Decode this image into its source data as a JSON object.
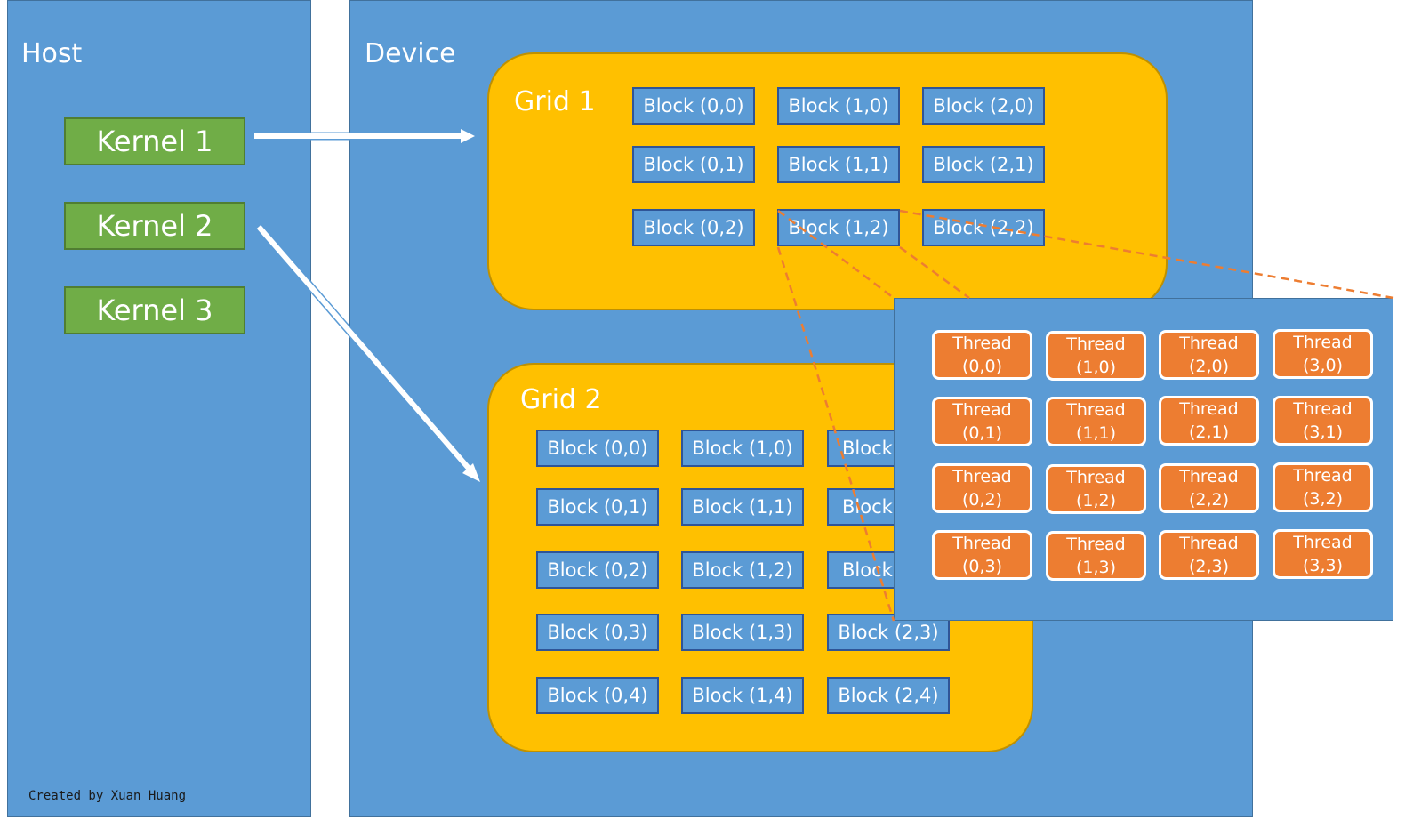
{
  "host": {
    "title": "Host"
  },
  "device": {
    "title": "Device"
  },
  "kernels": [
    "Kernel 1",
    "Kernel 2",
    "Kernel 3"
  ],
  "grid1": {
    "title": "Grid 1",
    "blocks": [
      "Block (0,0)",
      "Block (1,0)",
      "Block (2,0)",
      "Block (0,1)",
      "Block (1,1)",
      "Block (2,1)",
      "Block (0,2)",
      "Block (1,2)",
      "Block (2,2)"
    ]
  },
  "grid2": {
    "title": "Grid 2",
    "blocks": [
      "Block (0,0)",
      "Block (1,0)",
      "Block",
      "Block (0,1)",
      "Block (1,1)",
      "Block",
      "Block (0,2)",
      "Block (1,2)",
      "Block",
      "Block (0,3)",
      "Block (1,3)",
      "Block (2,3)",
      "Block (0,4)",
      "Block (1,4)",
      "Block (2,4)"
    ]
  },
  "threads": [
    {
      "l1": "Thread",
      "l2": "(0,0)"
    },
    {
      "l1": "Thread",
      "l2": "(1,0)"
    },
    {
      "l1": "Thread",
      "l2": "(2,0)"
    },
    {
      "l1": "Thread",
      "l2": "(3,0)"
    },
    {
      "l1": "Thread",
      "l2": "(0,1)"
    },
    {
      "l1": "Thread",
      "l2": "(1,1)"
    },
    {
      "l1": "Thread",
      "l2": "(2,1)"
    },
    {
      "l1": "Thread",
      "l2": "(3,1)"
    },
    {
      "l1": "Thread",
      "l2": "(0,2)"
    },
    {
      "l1": "Thread",
      "l2": "(1,2)"
    },
    {
      "l1": "Thread",
      "l2": "(2,2)"
    },
    {
      "l1": "Thread",
      "l2": "(3,2)"
    },
    {
      "l1": "Thread",
      "l2": "(0,3)"
    },
    {
      "l1": "Thread",
      "l2": "(1,3)"
    },
    {
      "l1": "Thread",
      "l2": "(2,3)"
    },
    {
      "l1": "Thread",
      "l2": "(3,3)"
    }
  ],
  "credit": "Created by Xuan Huang",
  "colors": {
    "panel": "#5b9bd5",
    "kernel": "#70ad47",
    "grid": "#ffc000",
    "thread": "#ed7d31",
    "connector": "#ed7d31"
  }
}
